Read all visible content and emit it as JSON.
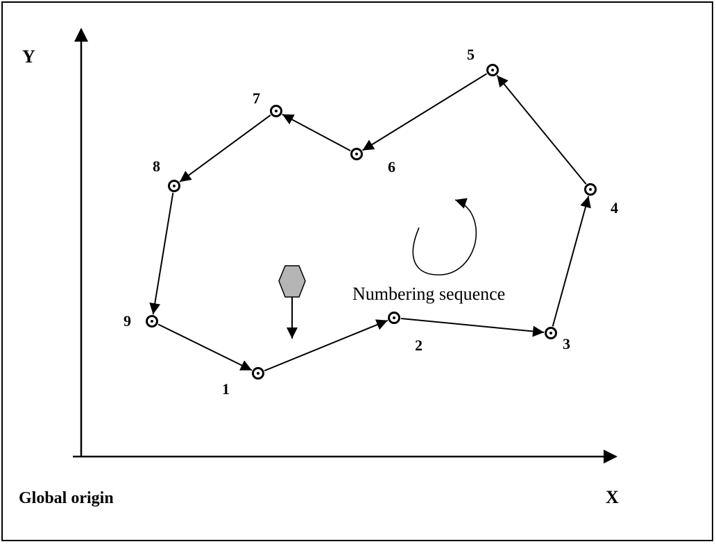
{
  "diagram": {
    "axes": {
      "y_label": "Y",
      "x_label": "X",
      "origin_label": "Global origin"
    },
    "caption": "Numbering sequence",
    "nodes": [
      {
        "id": "1",
        "label": "1"
      },
      {
        "id": "2",
        "label": "2"
      },
      {
        "id": "3",
        "label": "3"
      },
      {
        "id": "4",
        "label": "4"
      },
      {
        "id": "5",
        "label": "5"
      },
      {
        "id": "6",
        "label": "6"
      },
      {
        "id": "7",
        "label": "7"
      },
      {
        "id": "8",
        "label": "8"
      },
      {
        "id": "9",
        "label": "9"
      }
    ],
    "edges": [
      [
        "1",
        "2"
      ],
      [
        "2",
        "3"
      ],
      [
        "3",
        "4"
      ],
      [
        "4",
        "5"
      ],
      [
        "5",
        "6"
      ],
      [
        "6",
        "7"
      ],
      [
        "7",
        "8"
      ],
      [
        "8",
        "9"
      ],
      [
        "9",
        "1"
      ]
    ],
    "marker": {
      "shape": "hexagon",
      "arrow_direction": "down"
    },
    "colors": {
      "line": "#000000",
      "marker_fill": "#b5b5b5"
    }
  }
}
